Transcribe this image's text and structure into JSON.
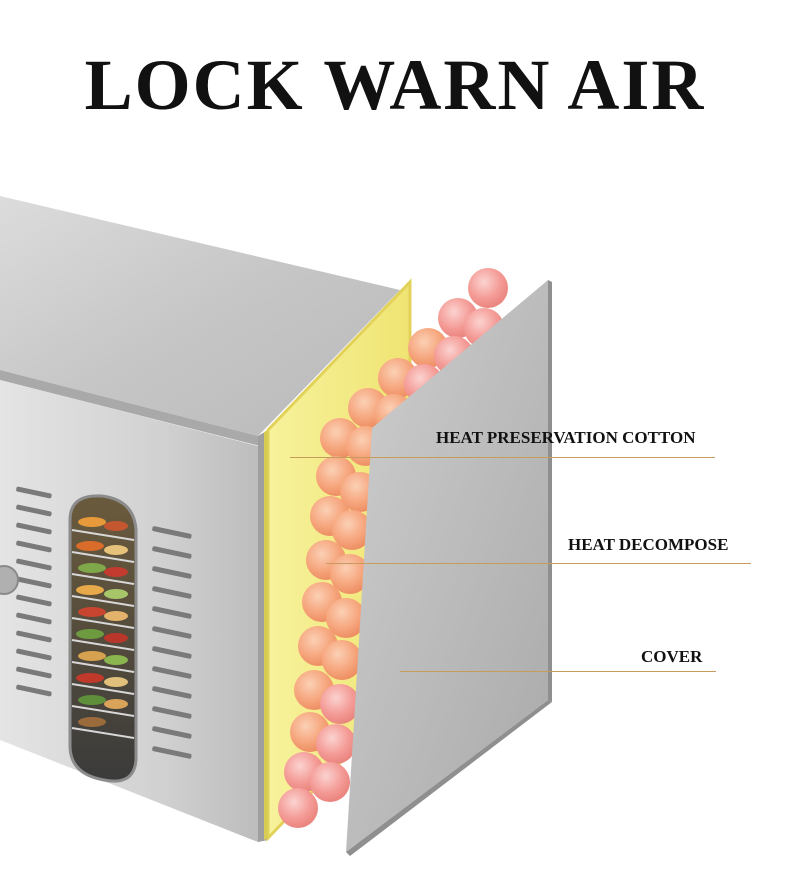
{
  "title": "LOCK WARN AIR",
  "callouts": {
    "cotton": "HEAT PRESERVATION COTTON",
    "decompose": "HEAT DECOMPOSE",
    "cover": "COVER"
  },
  "colors": {
    "steel": "#c8c8c8",
    "cotton": "#f5ef8a",
    "ball": "#f4a07a",
    "leader": "#c79a5d"
  }
}
